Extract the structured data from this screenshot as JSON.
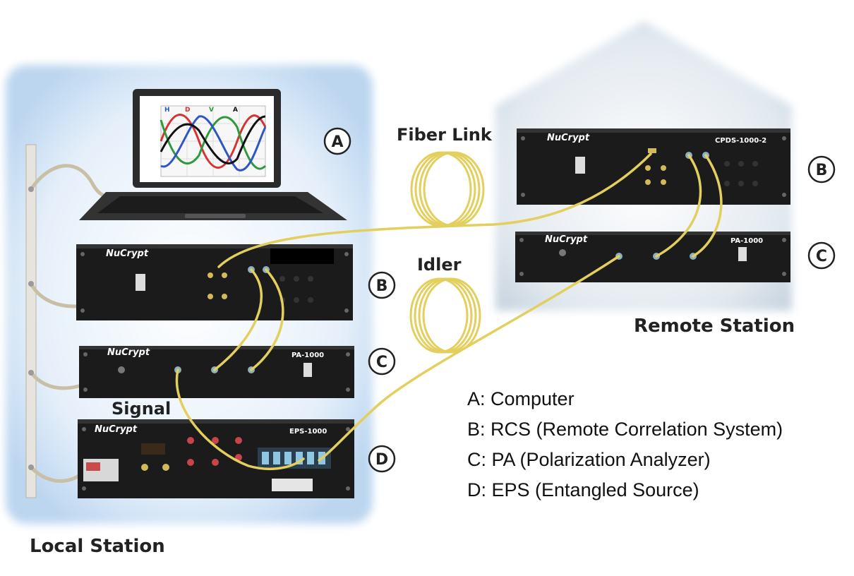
{
  "labels": {
    "local_station": "Local Station",
    "remote_station": "Remote Station",
    "fiber_link": "Fiber Link",
    "idler": "Idler",
    "signal": "Signal"
  },
  "markers": {
    "a": "A",
    "b": "B",
    "c": "C",
    "d": "D"
  },
  "units": {
    "brand": "NuCrypt",
    "cpds_model": "CPDS-1000-2",
    "pa_model": "PA-1000",
    "eps_model": "EPS-1000"
  },
  "legend": [
    "A: Computer",
    "B: RCS (Remote Correlation System)",
    "C: PA (Polarization Analyzer)",
    "D: EPS (Entangled Source)"
  ],
  "colors": {
    "fiber": "#e3cf5e",
    "rack_unit": "#1b1b1b",
    "station_glow": "#cfe3f7",
    "remote_house": "#d8e2ea",
    "cable": "#c9bfa6"
  },
  "icons": [
    "laptop-icon",
    "sine-wave-plot-icon",
    "fiber-coil-icon",
    "rack-unit-icon"
  ]
}
